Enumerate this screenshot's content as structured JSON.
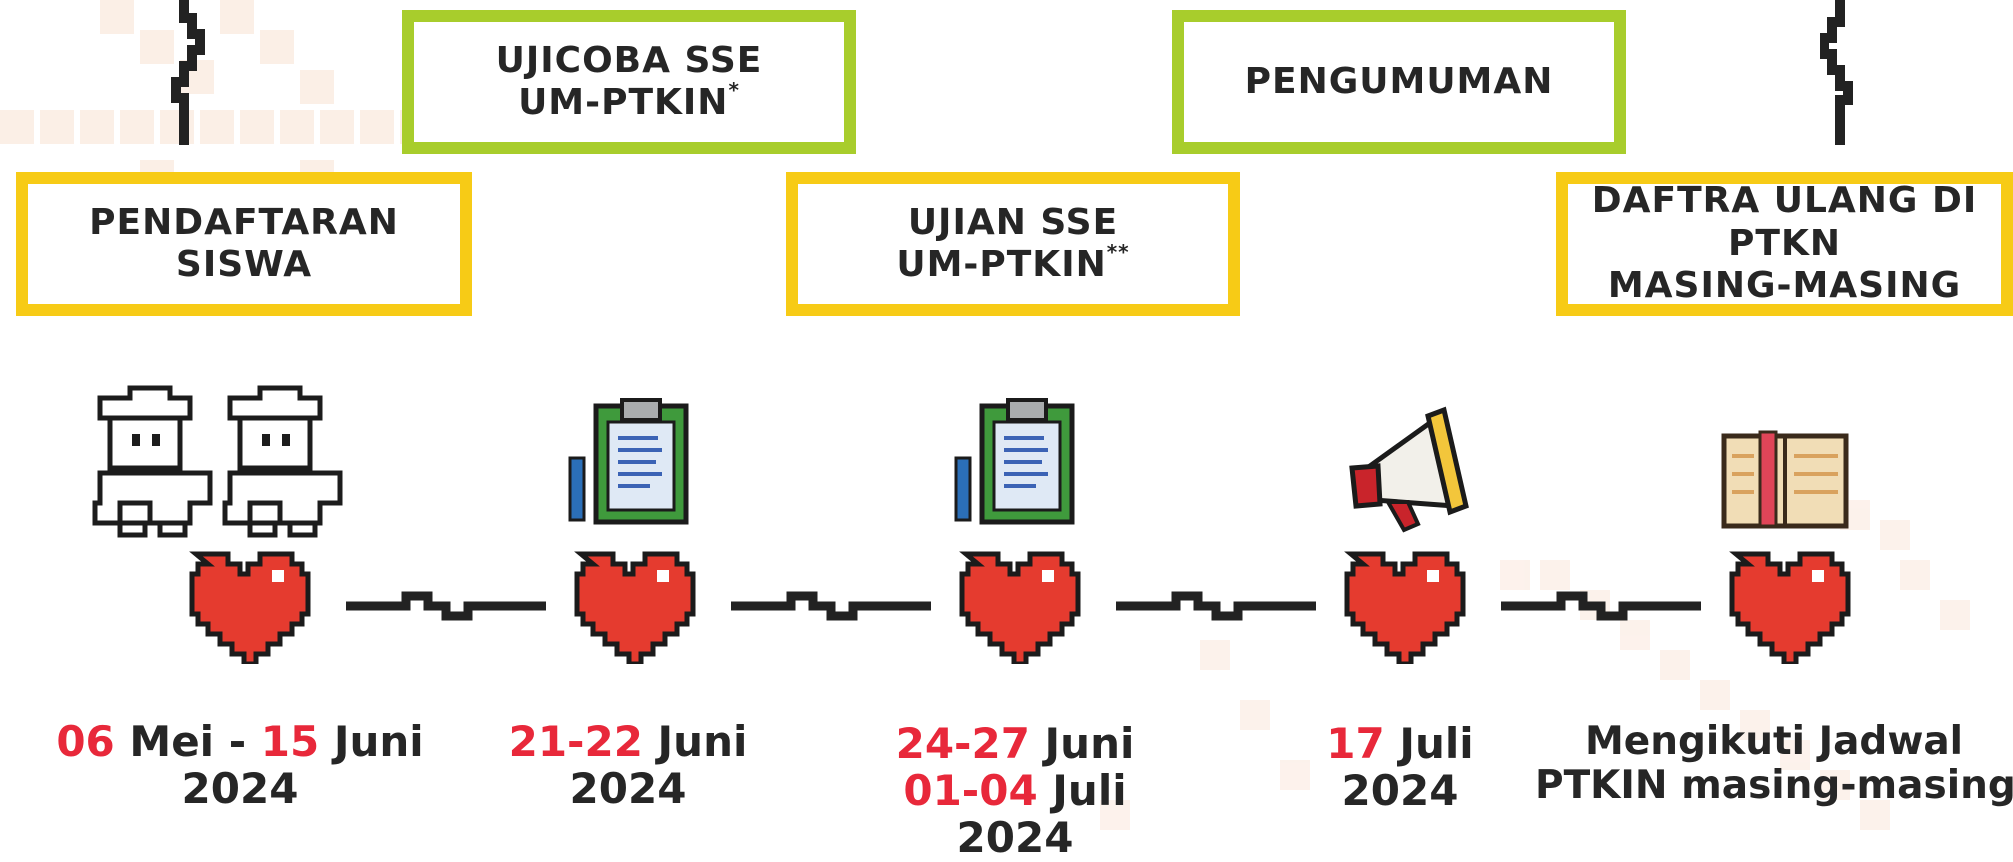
{
  "colors": {
    "yellow_border": "#f7cb16",
    "green_border": "#a8cd2c",
    "heart": "#e53b2f",
    "accent_red": "#e8283a",
    "text": "#262626"
  },
  "stages": [
    {
      "label_lines": [
        "PENDAFTARAN SISWA"
      ],
      "icon": "students-icon",
      "date": {
        "line1": [
          {
            "t": "06",
            "red": true
          },
          {
            "t": " Mei - ",
            "red": false
          },
          {
            "t": "15",
            "red": true
          },
          {
            "t": " Juni",
            "red": false
          }
        ],
        "line2": "2024"
      }
    },
    {
      "label_lines": [
        "UJICOBA SSE",
        "UM-PTKIN"
      ],
      "note_mark": "*",
      "icon": "clipboard-icon",
      "date": {
        "line1": [
          {
            "t": "21-22",
            "red": true
          },
          {
            "t": " Juni",
            "red": false
          }
        ],
        "line2": "2024"
      }
    },
    {
      "label_lines": [
        "UJIAN SSE",
        "UM-PTKIN"
      ],
      "note_mark": "**",
      "icon": "clipboard-icon",
      "date": {
        "line1": [
          {
            "t": "24-27",
            "red": true
          },
          {
            "t": " Juni",
            "red": false
          }
        ],
        "line2": [
          {
            "t": "01-04",
            "red": true
          },
          {
            "t": " Juli",
            "red": false
          }
        ],
        "line3": "2024"
      }
    },
    {
      "label_lines": [
        "PENGUMUMAN"
      ],
      "icon": "megaphone-icon",
      "date": {
        "line1": [
          {
            "t": "17",
            "red": true
          },
          {
            "t": " Juli",
            "red": false
          }
        ],
        "line2": "2024"
      }
    },
    {
      "label_lines": [
        "DAFTRA ULANG DI PTKN",
        "MASING-MASING"
      ],
      "icon": "book-icon",
      "date": {
        "line1": "Mengikuti Jadwal",
        "line2": "PTKIN masing-masing"
      }
    }
  ]
}
